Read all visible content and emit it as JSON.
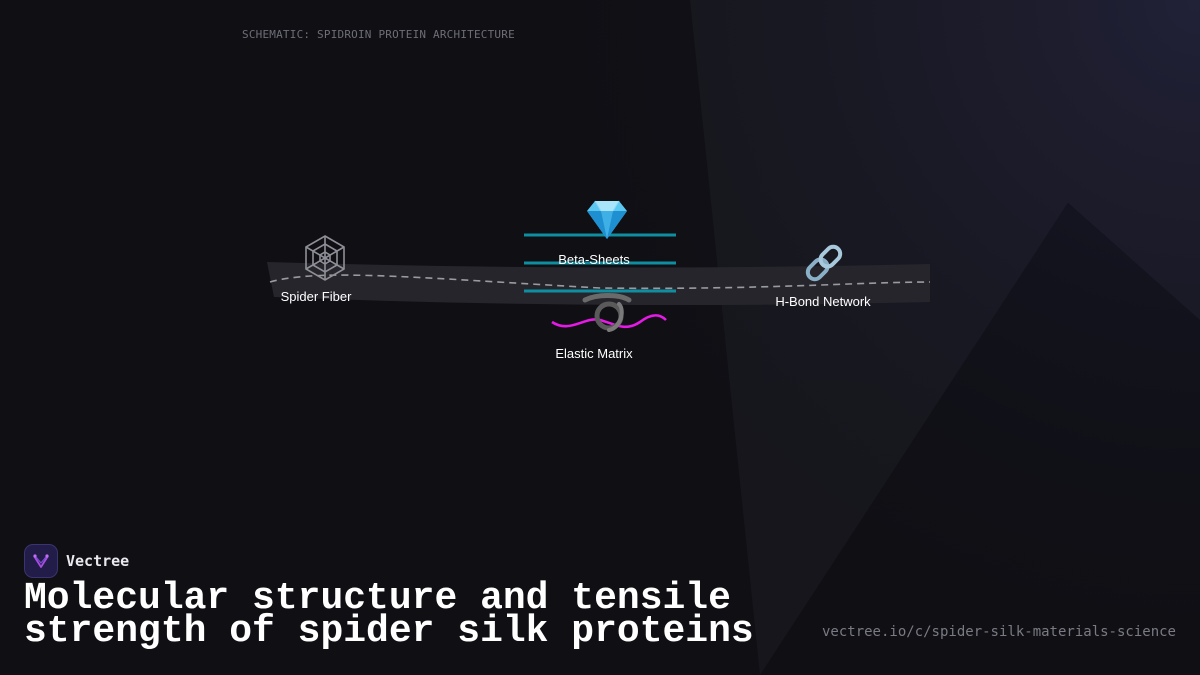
{
  "header": {
    "schematic_label": "SCHEMATIC: SPIDROIN PROTEIN ARCHITECTURE"
  },
  "diagram": {
    "nodes": [
      {
        "id": "spider-fiber",
        "label": "Spider Fiber",
        "icon": "spider-web-icon"
      },
      {
        "id": "beta-sheets",
        "label": "Beta-Sheets",
        "icon": "gem-icon"
      },
      {
        "id": "elastic-matrix",
        "label": "Elastic Matrix",
        "icon": "curly-loop-icon"
      },
      {
        "id": "hbond-network",
        "label": "H-Bond Network",
        "icon": "link-icon"
      }
    ],
    "colors": {
      "beta_sheet_lines": "#0e8ea0",
      "elastic_wave": "#e619e6",
      "fiber_band": "#2a2a30",
      "dashed_path": "#9a9aa2"
    }
  },
  "brand": {
    "name": "Vectree",
    "logo_color": "#a84de0"
  },
  "footer": {
    "headline": "Molecular structure and tensile strength of spider silk proteins",
    "url": "vectree.io/c/spider-silk-materials-science"
  }
}
